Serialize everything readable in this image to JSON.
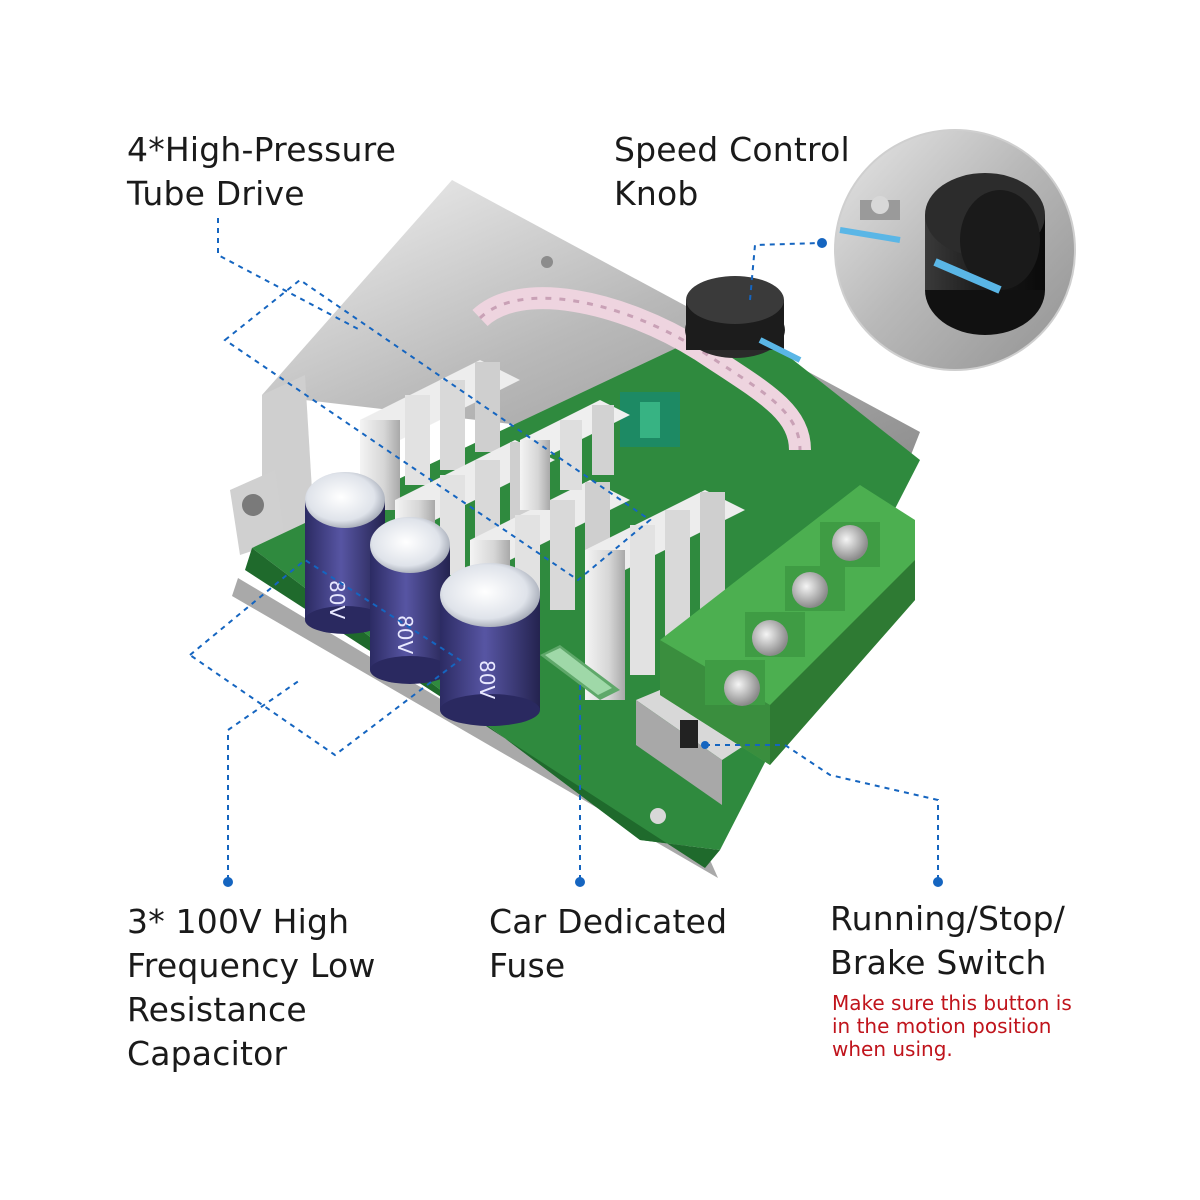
{
  "callouts": {
    "tube_drive": {
      "line1": "4*High-Pressure",
      "line2": "Tube Drive"
    },
    "speed_knob": {
      "line1": "Speed Control",
      "line2": "Knob"
    },
    "capacitor": {
      "line1": "3* 100V High",
      "line2": "Frequency Low",
      "line3": "Resistance",
      "line4": "Capacitor"
    },
    "fuse": {
      "line1": "Car Dedicated",
      "line2": "Fuse"
    },
    "switch": {
      "line1": "Running/Stop/",
      "line2": "Brake Switch"
    },
    "switch_note": {
      "line1": "Make sure this button is",
      "line2": "in the motion position",
      "line3": "when using."
    }
  },
  "capacitor_marking": "80V",
  "colors": {
    "leader_line": "#1565c0",
    "pcb": "#2f8a3e",
    "terminal_block": "#4caf50",
    "capacitor": "#3b3a7a",
    "heatsink": "#d9d9d9",
    "note_text": "#c0141c"
  }
}
